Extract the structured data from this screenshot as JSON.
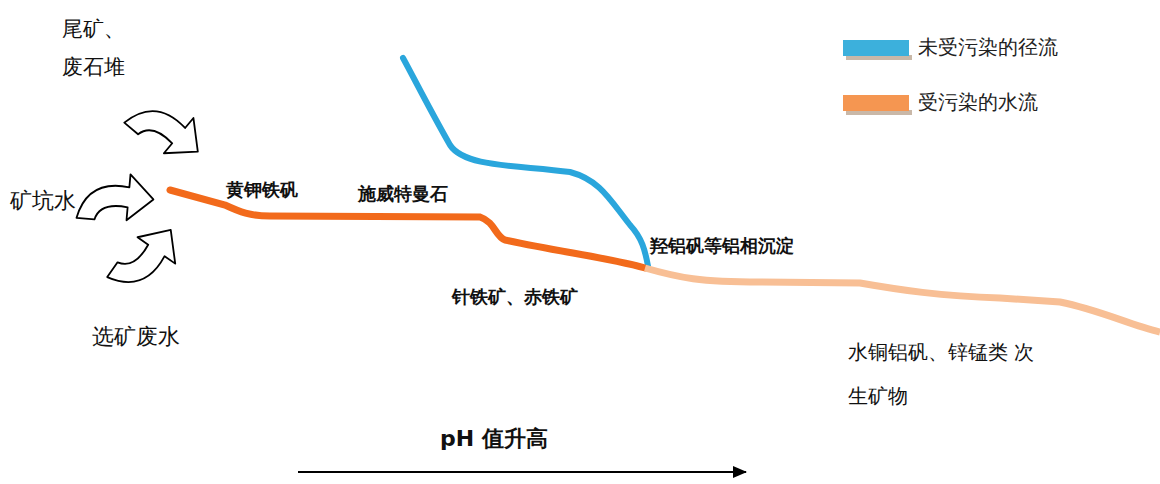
{
  "diagram": {
    "labels": [
      "尾矿、 废石堆",
      "矿坑水",
      "选矿废水",
      "黄钾铁矾",
      "施威特曼石",
      "羟铝矾等铝相沉淀",
      "针铁矿、赤铁矿",
      "水铜铝矾、锌锰类 次生矿物",
      "pH 值升高"
    ],
    "legend": [
      {
        "text": "未受污染的径流",
        "color": "#3cb0dc"
      },
      {
        "text": "受污染的水流",
        "color": "#f59651"
      }
    ]
  }
}
